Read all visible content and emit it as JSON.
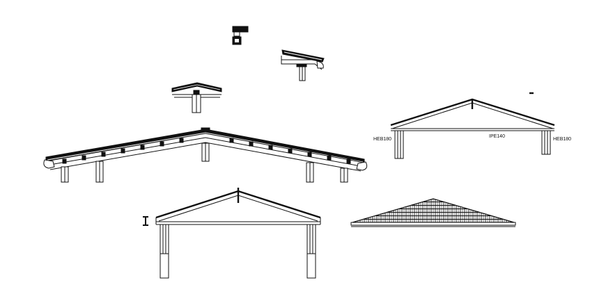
{
  "labels": {
    "left_column_profile": "HEB180",
    "ridge_beam_profile": "IPE140",
    "right_column_profile": "HEB180"
  }
}
